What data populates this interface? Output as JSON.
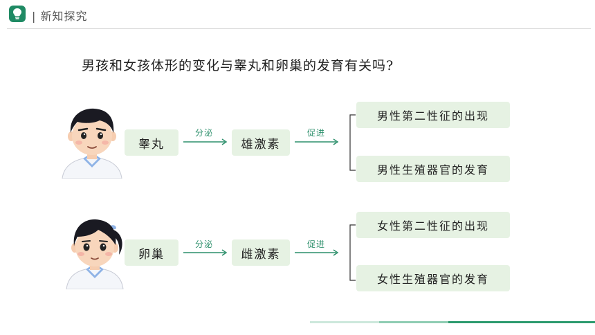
{
  "header": {
    "title": "新知探究",
    "logo_icon": "lightbulb-icon",
    "accent": "#1f8a64"
  },
  "question": "男孩和女孩体形的变化与睾丸和卵巢的发育有关吗?",
  "male_row": {
    "avatar": "boy-avatar",
    "organ": "睾丸",
    "arrow1": "分泌",
    "hormone": "雄激素",
    "arrow2": "促进",
    "results": [
      "男性第二性征的出现",
      "男性生殖器官的发育"
    ]
  },
  "female_row": {
    "avatar": "girl-avatar",
    "organ": "卵巢",
    "arrow1": "分泌",
    "hormone": "雌激素",
    "arrow2": "促进",
    "results": [
      "女性第二性征的出现",
      "女性生殖器官的发育"
    ]
  },
  "colors": {
    "box_fill": "#e6f2e3",
    "arrow": "#2c8f6b",
    "footer": [
      "#cde8dc",
      "#8fcdb3",
      "#2c9a6e"
    ]
  }
}
